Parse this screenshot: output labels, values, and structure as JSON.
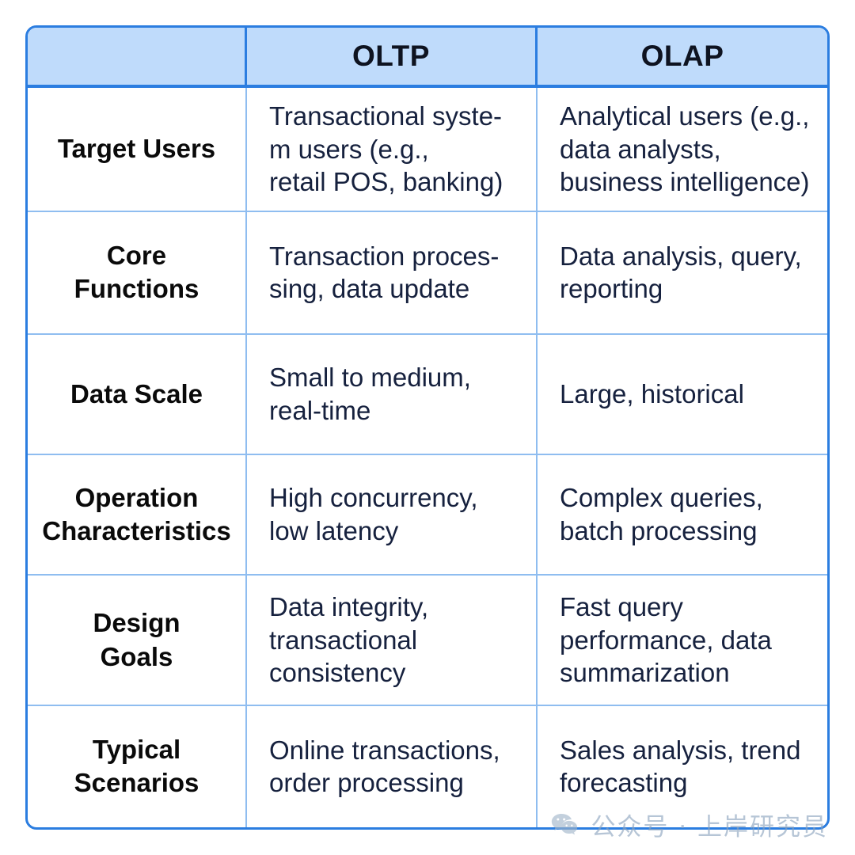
{
  "table": {
    "headers": [
      "",
      "OLTP",
      "OLAP"
    ],
    "rows": [
      {
        "label": "Target Users",
        "oltp": "Transactional syste-\nm users (e.g.,\nretail POS, banking)",
        "olap": "Analytical users (e.g.,\ndata analysts,\nbusiness intelligence)"
      },
      {
        "label": "Core\nFunctions",
        "oltp": "Transaction proces-\nsing, data update",
        "olap": "Data analysis, query,\nreporting"
      },
      {
        "label": "Data Scale",
        "oltp": "Small to medium,\nreal-time",
        "olap": "Large, historical"
      },
      {
        "label": "Operation\nCharacteristics",
        "oltp": "High concurrency,\nlow latency",
        "olap": "Complex queries,\nbatch processing"
      },
      {
        "label": "Design\nGoals",
        "oltp": "Data integrity,\ntransactional\nconsistency",
        "olap": "Fast query\nperformance, data\nsummarization"
      },
      {
        "label": "Typical\nScenarios",
        "oltp": "Online transactions,\norder processing",
        "olap": "Sales analysis, trend\nforecasting"
      }
    ]
  },
  "watermark": {
    "icon": "wechat-icon",
    "text": "公众号 · 上岸研究员"
  },
  "colors": {
    "border": "#2b7de0",
    "inner_border": "#8fbdf0",
    "header_fill": "#bfdbfb",
    "body_text": "#16213e",
    "label_text": "#0a0a0a",
    "background": "#ffffff",
    "watermark_text": "#8aa3bd"
  }
}
